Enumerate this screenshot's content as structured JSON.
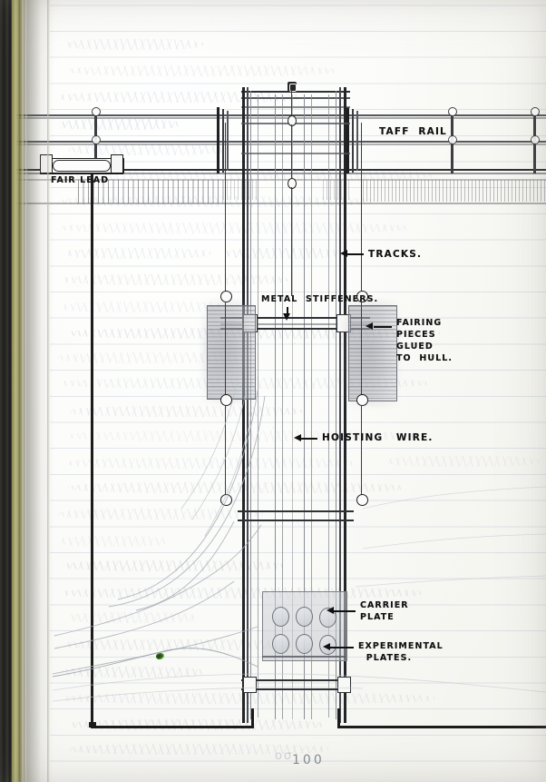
{
  "document": {
    "type": "scanned-notebook-page",
    "title": "Hand-drawn technical diagram of ship-mounted plate-exposure rig",
    "page_number": "100",
    "medium": "pencil and ink on ruled notebook paper"
  },
  "labels": {
    "taff_rail": "TAFF  RAIL",
    "fair_lead": "FAIR LEAD",
    "tracks": "TRACKS.",
    "metal_stiffeners": "METAL  STIFFENERS.",
    "fairing_pieces": "FAIRING\nPIECES\nGLUED\nTO  HULL.",
    "hoisting_wire": "HOISTING   WIRE.",
    "carrier_plate": "CARRIER\nPLATE",
    "experimental_plates": "EXPERIMENTAL\n  PLATES."
  },
  "colors": {
    "ink": "#111111",
    "pencil": "#6e7076",
    "faint_pencil": "#9aa0a8",
    "paper": "#fdfdfb",
    "rule_line": "#96a8c0",
    "binding_black": "#141412",
    "binding_olive": "#9a9857",
    "green_mark": "#2f6b1d",
    "page_number": "#5c6470"
  },
  "diagram": {
    "assembly": "vertical twin-track frame suspended over the ship side",
    "deck_rails": {
      "count": 3,
      "stanchions": 5
    },
    "fairing_blocks": {
      "count": 2,
      "side": "left and right of tracks"
    },
    "pulleys": {
      "count": 8
    },
    "plate_holes": {
      "rows": 2,
      "columns": 3,
      "total": 6
    },
    "cross_braces": 6
  }
}
